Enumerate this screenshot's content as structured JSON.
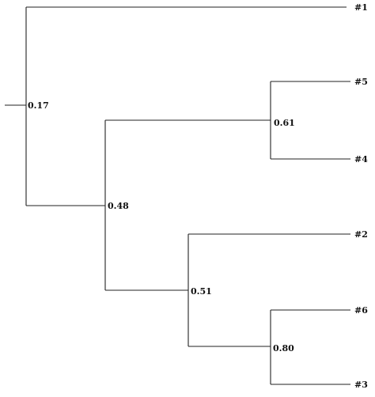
{
  "tree": {
    "nodes": [
      {
        "id": "root",
        "label": "0.17"
      },
      {
        "id": "n048",
        "label": "0.48"
      },
      {
        "id": "n061",
        "label": "0.61"
      },
      {
        "id": "n051",
        "label": "0.51"
      },
      {
        "id": "n080",
        "label": "0.80"
      }
    ],
    "leaves": [
      {
        "id": "leaf1",
        "label": "#1"
      },
      {
        "id": "leaf5",
        "label": "#5"
      },
      {
        "id": "leaf4",
        "label": "#4"
      },
      {
        "id": "leaf2",
        "label": "#2"
      },
      {
        "id": "leaf6",
        "label": "#6"
      },
      {
        "id": "leaf3",
        "label": "#3"
      }
    ],
    "colors": {
      "line": "#222222",
      "text": "#111111",
      "background": "#ffffff"
    }
  }
}
